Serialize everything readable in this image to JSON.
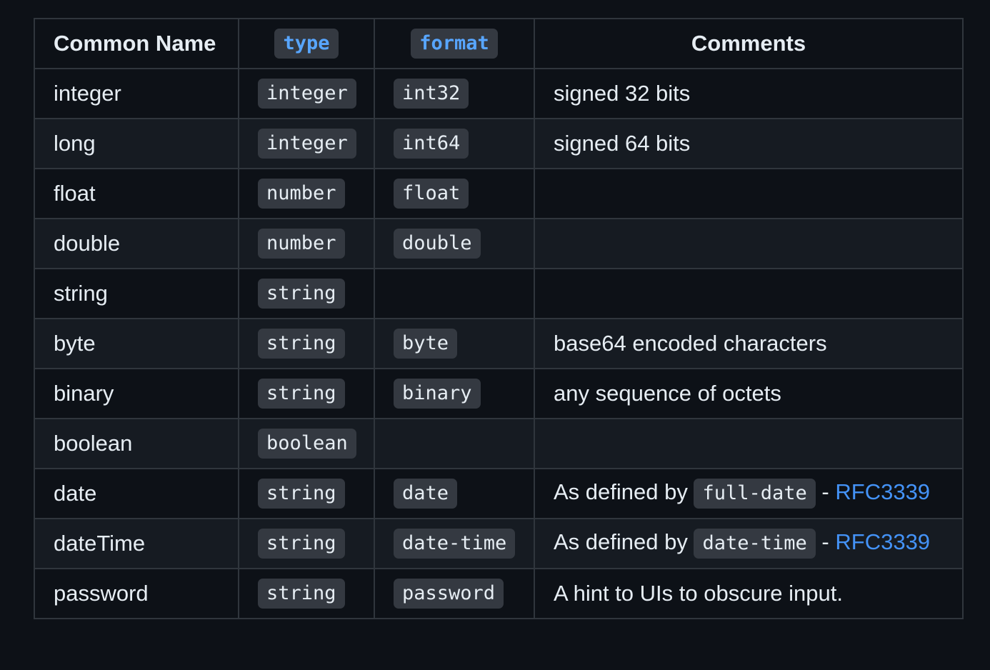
{
  "table": {
    "headers": {
      "common_name": "Common Name",
      "type": "type",
      "format": "format",
      "comments": "Comments"
    },
    "rows": [
      {
        "name": "integer",
        "type": "integer",
        "format": "int32",
        "comment": "signed 32 bits"
      },
      {
        "name": "long",
        "type": "integer",
        "format": "int64",
        "comment": "signed 64 bits"
      },
      {
        "name": "float",
        "type": "number",
        "format": "float",
        "comment": ""
      },
      {
        "name": "double",
        "type": "number",
        "format": "double",
        "comment": ""
      },
      {
        "name": "string",
        "type": "string",
        "format": "",
        "comment": ""
      },
      {
        "name": "byte",
        "type": "string",
        "format": "byte",
        "comment": "base64 encoded characters"
      },
      {
        "name": "binary",
        "type": "string",
        "format": "binary",
        "comment": "any sequence of octets"
      },
      {
        "name": "boolean",
        "type": "boolean",
        "format": "",
        "comment": ""
      },
      {
        "name": "date",
        "type": "string",
        "format": "date",
        "comment_prefix": "As defined by",
        "comment_code": "full-date",
        "comment_sep": "-",
        "comment_link": "RFC3339"
      },
      {
        "name": "dateTime",
        "type": "string",
        "format": "date-time",
        "comment_prefix": "As defined by",
        "comment_code": "date-time",
        "comment_sep": "-",
        "comment_link": "RFC3339"
      },
      {
        "name": "password",
        "type": "string",
        "format": "password",
        "comment": "A hint to UIs to obscure input."
      }
    ]
  },
  "colors": {
    "background": "#0d1117",
    "row_alt": "#161b22",
    "border": "#30363d",
    "code_bg": "#343941",
    "link": "#4493f8"
  }
}
